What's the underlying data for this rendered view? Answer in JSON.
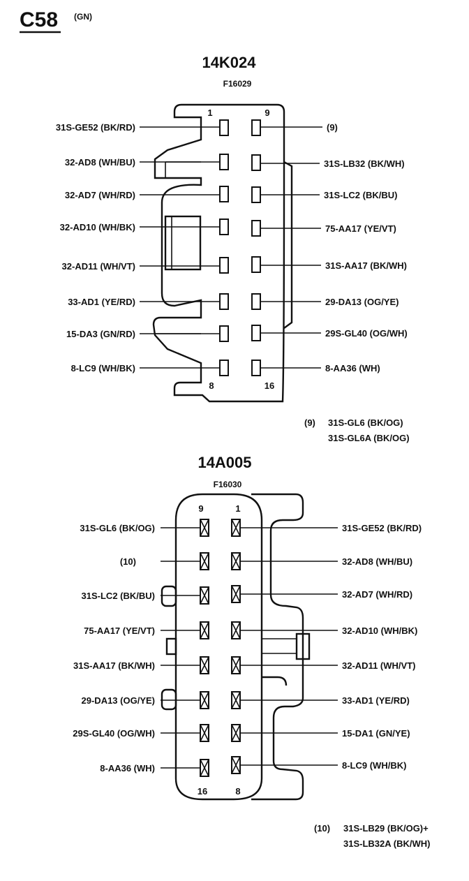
{
  "header": {
    "code": "C58",
    "color_code": "(GN)"
  },
  "connector_a": {
    "title": "14K024",
    "ref": "F16029",
    "pin_top_left": "1",
    "pin_top_right": "9",
    "pin_bottom_left": "8",
    "pin_bottom_right": "16",
    "left_labels": [
      "31S-GE52 (BK/RD)",
      "32-AD8 (WH/BU)",
      "32-AD7 (WH/RD)",
      "32-AD10 (WH/BK)",
      "32-AD11 (WH/VT)",
      "33-AD1 (YE/RD)",
      "15-DA3 (GN/RD)",
      "8-LC9 (WH/BK)"
    ],
    "right_labels": [
      "(9)",
      "31S-LB32 (BK/WH)",
      "31S-LC2 (BK/BU)",
      "75-AA17 (YE/VT)",
      "31S-AA17 (BK/WH)",
      "29-DA13 (OG/YE)",
      "29S-GL40 (OG/WH)",
      "8-AA36 (WH)"
    ],
    "footnote": {
      "mark": "(9)",
      "line1": "31S-GL6 (BK/OG)",
      "line2": "31S-GL6A (BK/OG)"
    }
  },
  "connector_b": {
    "title": "14A005",
    "ref": "F16030",
    "pin_top_left": "9",
    "pin_top_right": "1",
    "pin_bottom_left": "16",
    "pin_bottom_right": "8",
    "left_labels": [
      "31S-GL6 (BK/OG)",
      "(10)",
      "31S-LC2 (BK/BU)",
      "75-AA17 (YE/VT)",
      "31S-AA17 (BK/WH)",
      "29-DA13 (OG/YE)",
      "29S-GL40 (OG/WH)",
      "8-AA36 (WH)"
    ],
    "right_labels": [
      "31S-GE52 (BK/RD)",
      "32-AD8 (WH/BU)",
      "32-AD7 (WH/RD)",
      "32-AD10 (WH/BK)",
      "32-AD11 (WH/VT)",
      "33-AD1 (YE/RD)",
      "15-DA1 (GN/YE)",
      "8-LC9 (WH/BK)"
    ],
    "footnote": {
      "mark": "(10)",
      "line1": "31S-LB29 (BK/OG)+",
      "line2": "31S-LB32A (BK/WH)"
    }
  }
}
